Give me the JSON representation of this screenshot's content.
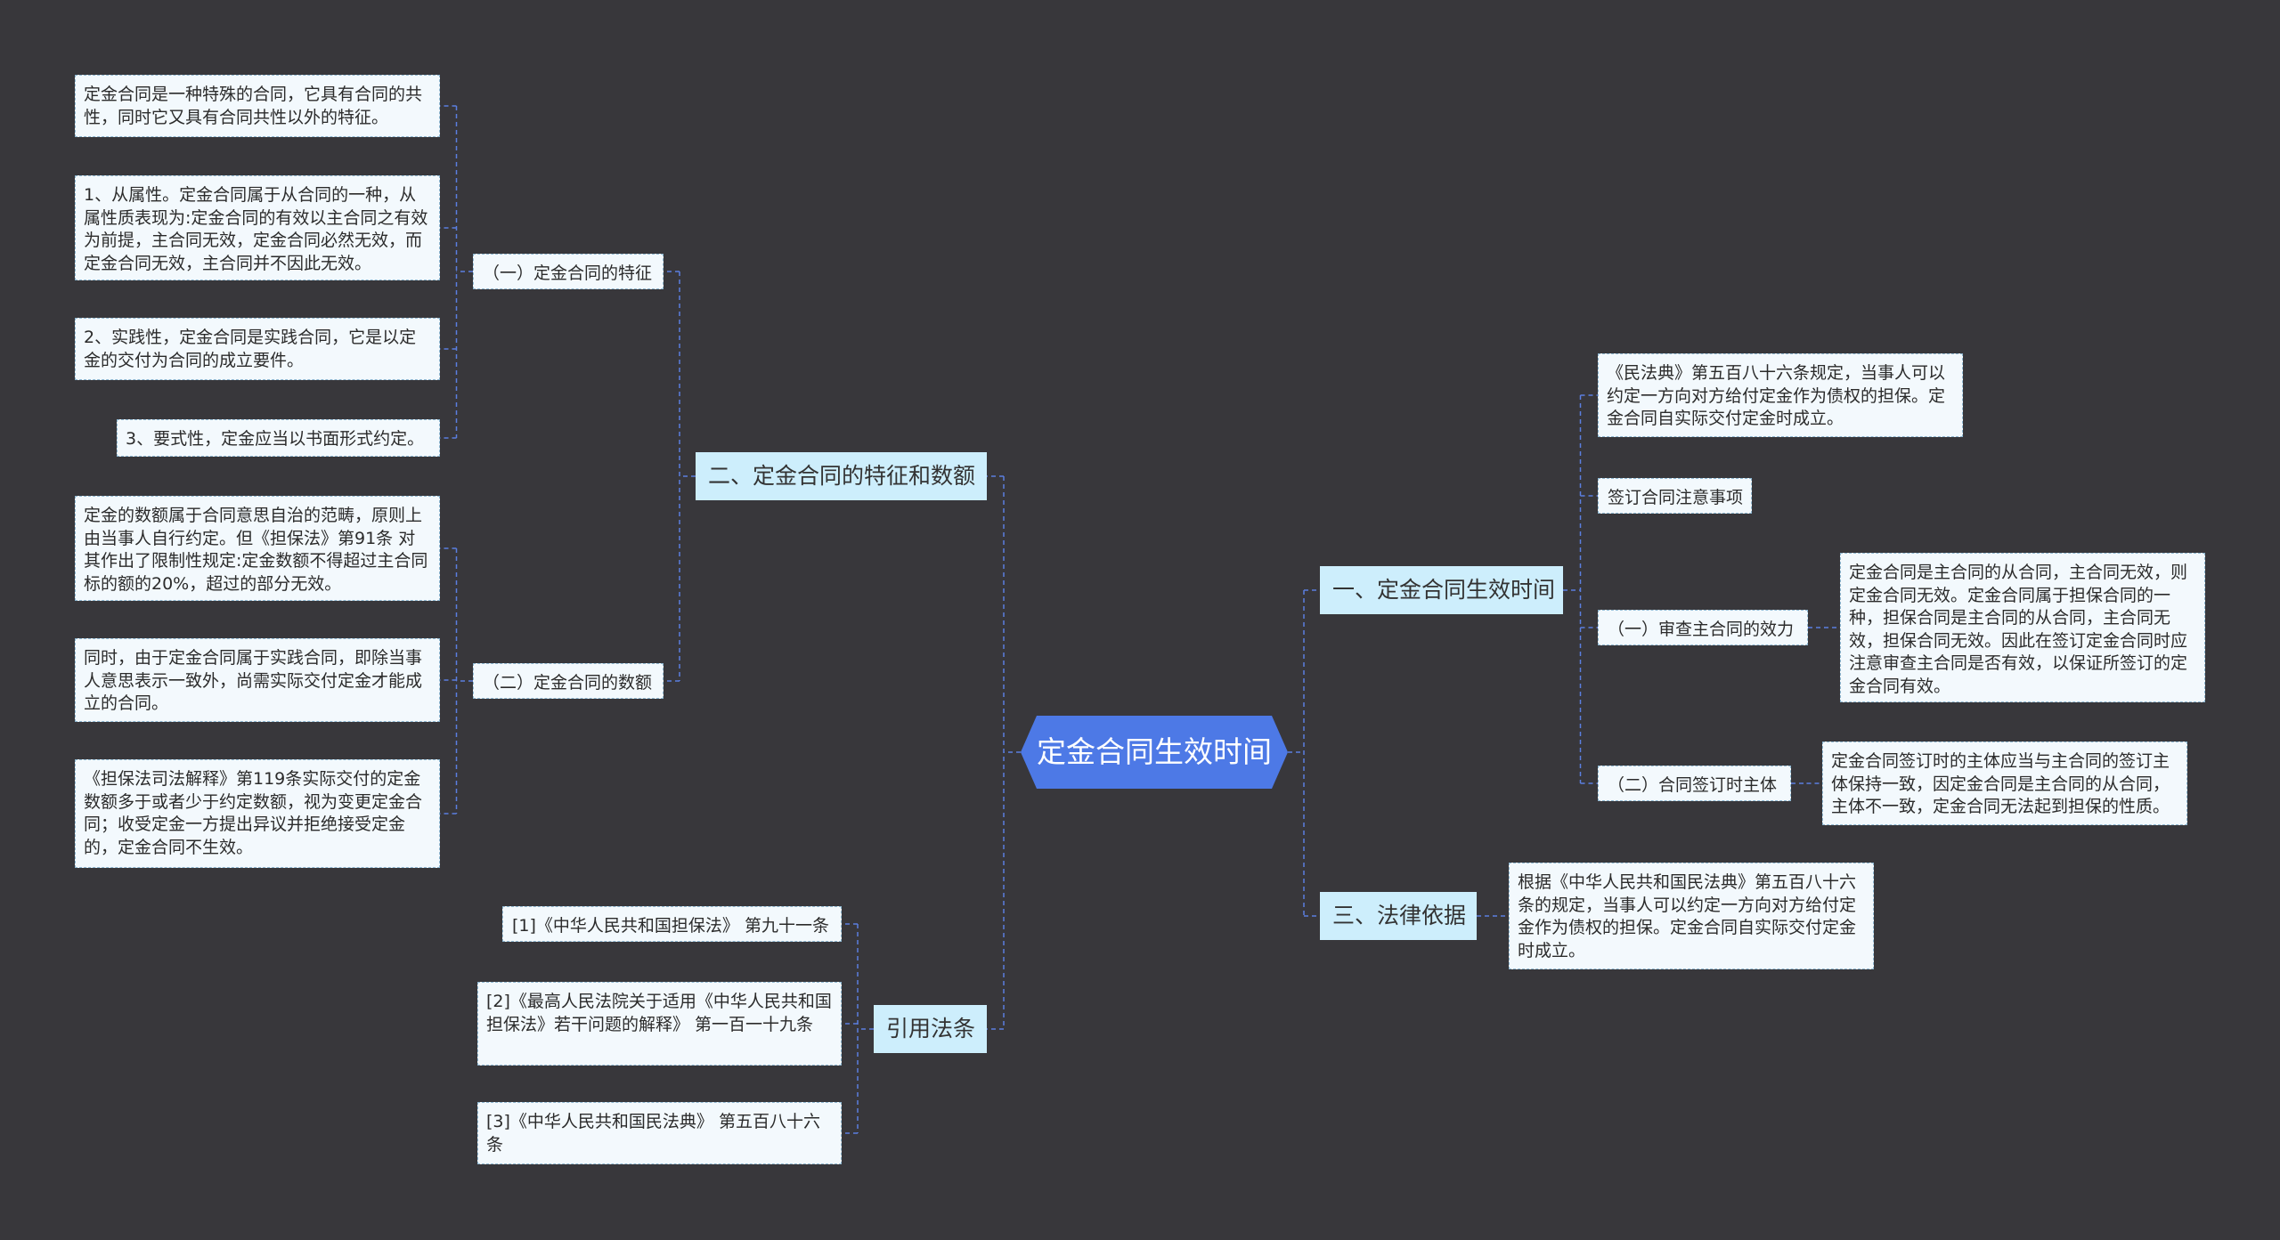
{
  "central": "定金合同生效时间",
  "colors": {
    "background": "#38373b",
    "root": "#4d79e6",
    "branch": "#cdeefc",
    "leaf": "#f3f9fd",
    "link": "#5b7fe0"
  },
  "b1": {
    "label": "一、定金合同生效时间",
    "n1": "《民法典》第五百八十六条规定，当事人可以约定一方向对方给付定金作为债权的担保。定金合同自实际交付定金时成立。",
    "n2": "签订合同注意事项",
    "s1": {
      "label": "（一）审查主合同的效力",
      "text": "定金合同是主合同的从合同，主合同无效，则定金合同无效。定金合同属于担保合同的一种，担保合同是主合同的从合同，主合同无效，担保合同无效。因此在签订定金合同时应注意审查主合同是否有效，以保证所签订的定金合同有效。"
    },
    "s2": {
      "label": "（二）合同签订时主体",
      "text": "定金合同签订时的主体应当与主合同的签订主体保持一致，因定金合同是主合同的从合同，主体不一致，定金合同无法起到担保的性质。"
    }
  },
  "b2": {
    "label": "二、定金合同的特征和数额",
    "s1": {
      "label": "（一）定金合同的特征",
      "items": [
        "定金合同是一种特殊的合同，它具有合同的共性，同时它又具有合同共性以外的特征。",
        "1、从属性。定金合同属于从合同的一种，从属性质表现为:定金合同的有效以主合同之有效为前提，主合同无效，定金合同必然无效，而定金合同无效，主合同并不因此无效。",
        "2、实践性，定金合同是实践合同，它是以定金的交付为合同的成立要件。",
        "3、要式性，定金应当以书面形式约定。"
      ]
    },
    "s2": {
      "label": "（二）定金合同的数额",
      "items": [
        "定金的数额属于合同意思自治的范畴，原则上由当事人自行约定。但《担保法》第91条 对其作出了限制性规定:定金数额不得超过主合同标的额的20%，超过的部分无效。",
        "同时，由于定金合同属于实践合同，即除当事人意思表示一致外，尚需实际交付定金才能成立的合同。",
        "《担保法司法解释》第119条实际交付的定金数额多于或者少于约定数额，视为变更定金合同；收受定金一方提出异议并拒绝接受定金的，定金合同不生效。"
      ]
    }
  },
  "b3": {
    "label": "三、法律依据",
    "text": "根据《中华人民共和国民法典》第五百八十六条的规定，当事人可以约定一方向对方给付定金作为债权的担保。定金合同自实际交付定金时成立。"
  },
  "b4": {
    "label": "引用法条",
    "items": [
      "[1]《中华人民共和国担保法》 第九十一条",
      "[2]《最高人民法院关于适用《中华人民共和国担保法》若干问题的解释》 第一百一十九条",
      "[3]《中华人民共和国民法典》 第五百八十六条"
    ]
  }
}
